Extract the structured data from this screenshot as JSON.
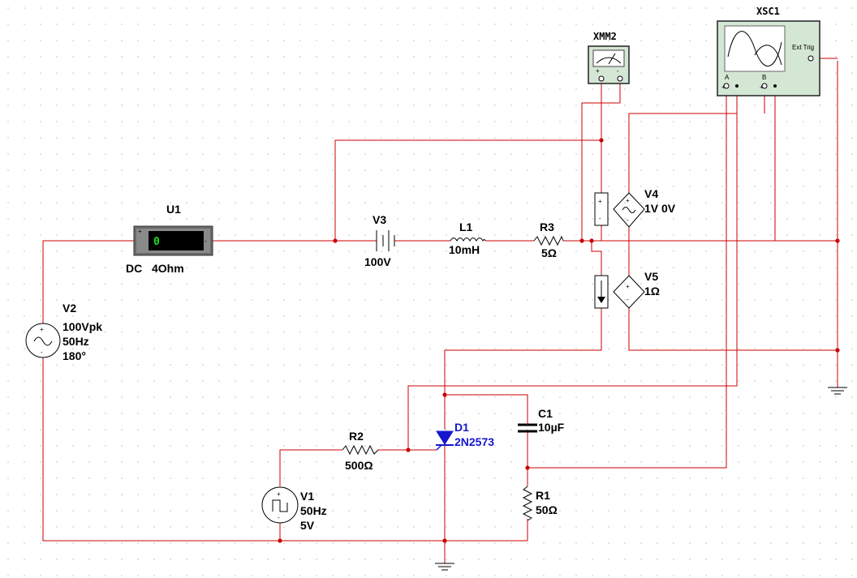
{
  "components": {
    "u1": {
      "ref": "U1",
      "display": "0",
      "mode": "DC",
      "value": "4Ohm"
    },
    "v3": {
      "ref": "V3",
      "value": "100V"
    },
    "l1": {
      "ref": "L1",
      "value": "10mH"
    },
    "r3": {
      "ref": "R3",
      "value": "5Ω"
    },
    "v4": {
      "ref": "V4",
      "value": "1V 0V"
    },
    "v5": {
      "ref": "V5",
      "value": "1Ω"
    },
    "v2": {
      "ref": "V2",
      "v1": "100Vpk",
      "v2": "50Hz",
      "v3": "180°"
    },
    "d1": {
      "ref": "D1",
      "value": "2N2573"
    },
    "c1": {
      "ref": "C1",
      "value": "10µF"
    },
    "r1": {
      "ref": "R1",
      "value": "50Ω"
    },
    "r2": {
      "ref": "R2",
      "value": "500Ω"
    },
    "v1": {
      "ref": "V1",
      "v1": "50Hz",
      "v2": "5V"
    }
  },
  "instruments": {
    "xmm2": {
      "ref": "XMM2"
    },
    "xsc1": {
      "ref": "XSC1",
      "ext_trig": "Ext Trig",
      "ch_a": "A",
      "ch_b": "B"
    }
  },
  "colors": {
    "wire": "#cc0000",
    "grid": "#c8c8c8",
    "instrument": "#d9ead9",
    "diode": "#1515cc"
  }
}
